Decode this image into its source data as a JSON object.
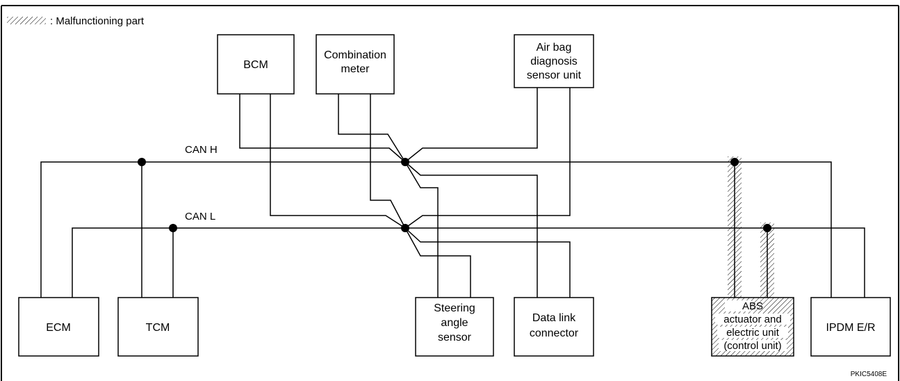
{
  "legend": {
    "text": ": Malfunctioning part"
  },
  "buses": {
    "can_h": "CAN H",
    "can_l": "CAN L"
  },
  "units": {
    "bcm": [
      "BCM"
    ],
    "combination_meter": [
      "Combination",
      "meter"
    ],
    "airbag": [
      "Air bag",
      "diagnosis",
      "sensor unit"
    ],
    "ecm": [
      "ECM"
    ],
    "tcm": [
      "TCM"
    ],
    "steering": [
      "Steering",
      "angle",
      "sensor"
    ],
    "data_link": [
      "Data link",
      "connector"
    ],
    "abs": [
      "ABS",
      "actuator and",
      "electric unit",
      "(control unit)"
    ],
    "ipdm": [
      "IPDM E/R"
    ]
  },
  "figure_id": "PKIC5408E",
  "colors": {
    "line": "#000000",
    "background": "#ffffff",
    "hatch": "#000000"
  }
}
